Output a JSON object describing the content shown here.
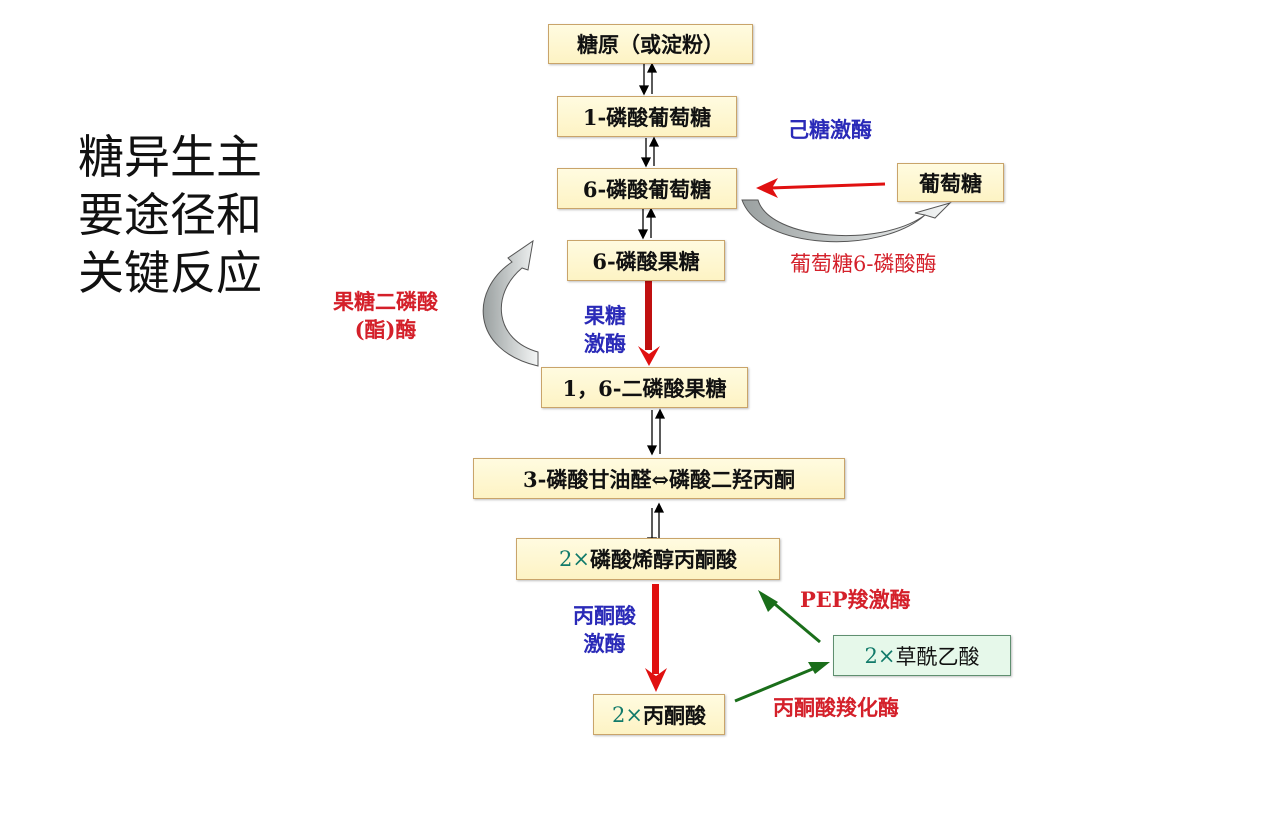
{
  "title_lines": [
    "糖异生主",
    "要途径和",
    "关键反应"
  ],
  "nodes": {
    "glycogen": "糖原（或淀粉）",
    "g1p": "1-磷酸葡萄糖",
    "g6p": "6-磷酸葡萄糖",
    "f6p": "6-磷酸果糖",
    "f16bp": "1，6-二磷酸果糖",
    "triose": "3-磷酸甘油醛⇔磷酸二羟丙酮",
    "pep_prefix": "2×",
    "pep": "磷酸烯醇丙酮酸",
    "pyruvate_prefix": "2×",
    "pyruvate": "丙酮酸",
    "oaa_prefix": "2×",
    "oaa": "草酰乙酸",
    "glucose": "葡萄糖"
  },
  "enzymes": {
    "hexokinase": "己糖激酶",
    "g6pase": "葡萄糖6-磷酸酶",
    "fbpase_line1": "果糖二磷酸",
    "fbpase_line2": "(酯)酶",
    "pfk_line1": "果糖",
    "pfk_line2": "激酶",
    "pk_line1": "丙酮酸",
    "pk_line2": "激酶",
    "pepck": "PEP羧激酶",
    "pc": "丙酮酸羧化酶"
  },
  "colors": {
    "irreversible_arrow": "#e01010",
    "bypass_arrow": "#1a6e1a",
    "enzyme_blue": "#2a2ab8",
    "enzyme_red": "#d4202a"
  }
}
